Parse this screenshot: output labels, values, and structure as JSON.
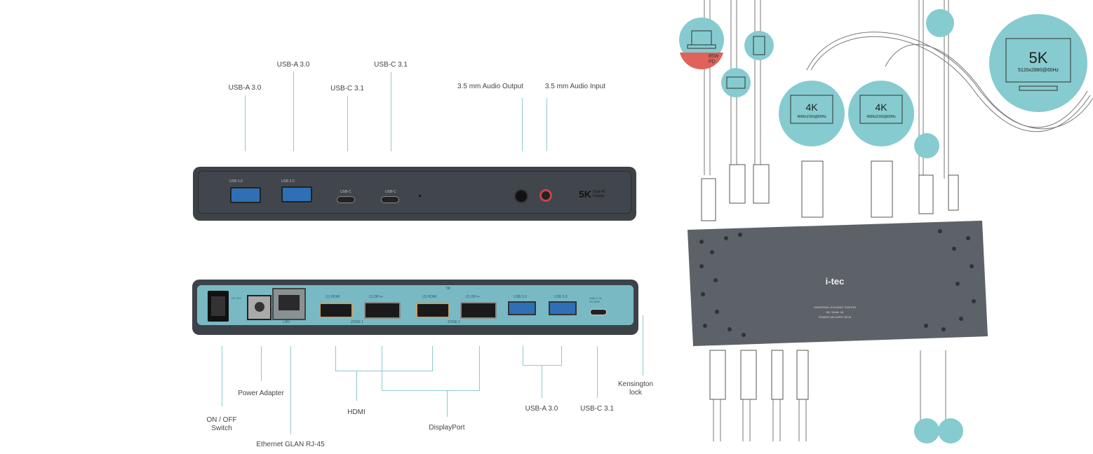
{
  "front_labels": {
    "usb_a_1": "USB-A 3.0",
    "usb_a_2": "USB-A 3.0",
    "usb_c_1": "USB-C 3.1",
    "usb_c_2": "USB-C 3.1",
    "audio_out": "3.5 mm Audio Output",
    "audio_in": "3.5 mm Audio Input"
  },
  "front_panel": {
    "port_usb3_a": "USB 3.0",
    "port_usb3_b": "USB 3.0",
    "port_usbc_a": "USB-C",
    "port_usbc_b": "USB-C",
    "badge_5k": "5K",
    "badge_sub": "Dual 4K Display"
  },
  "rear_panel": {
    "dc": "DC 20V",
    "lan": "LAN",
    "hdmi1": "(1) HDMI",
    "dp1": "(1) DP++",
    "hdmi2": "(2) HDMI",
    "dp2": "(2) DP++",
    "zone1": "ZONE 1",
    "zone2": "ZONE 2",
    "fivek": "5K",
    "usb_a_1": "USB 3.0",
    "usb_a_2": "USB 3.0",
    "usbc": "USB-C IN PD 65W"
  },
  "rear_labels": {
    "switch": "ON / OFF",
    "switch2": "Switch",
    "power": "Power Adapter",
    "ethernet": "Ethernet GLAN RJ-45",
    "hdmi": "HDMI",
    "displayport": "DisplayPort",
    "usb_a": "USB-A 3.0",
    "usb_c": "USB-C 3.1",
    "kensington": "Kensington",
    "kensington2": "lock"
  },
  "illustration": {
    "laptop_power": "85W",
    "laptop_pd": "PD",
    "monitor1_title": "4K",
    "monitor1_res": "4096x2160@60Hz",
    "monitor2_title": "4K",
    "monitor2_res": "4096x2160@60Hz",
    "monitor3_title": "5K",
    "monitor3_res": "5120x2880@60Hz",
    "brand": "i-tec",
    "device_text": [
      "UNIVERSAL DOCKING STATION",
      "5K / DUAL 4K",
      "POWER DELIVERY 65 W"
    ]
  },
  "colors": {
    "teal": "#86cbcf",
    "coral": "#e0625a",
    "dock": "#3d4248",
    "rear": "#78b9c4",
    "device": "#5d6268"
  }
}
